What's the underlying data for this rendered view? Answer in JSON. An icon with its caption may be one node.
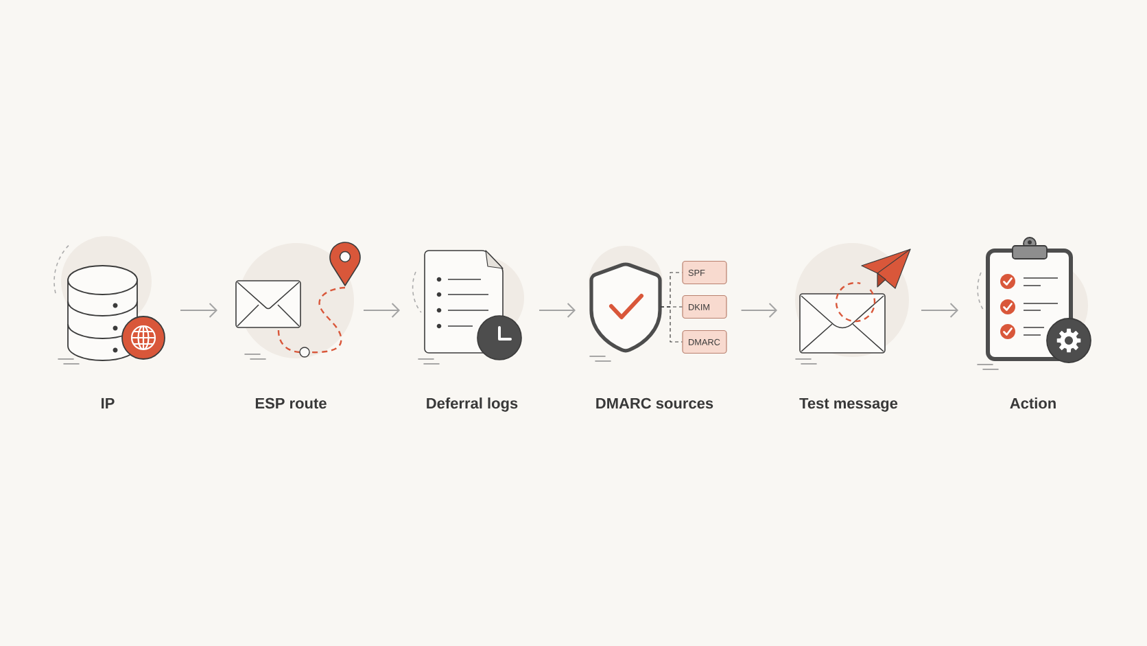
{
  "diagram": {
    "nodes": [
      {
        "text": [
          "IP"
        ]
      },
      {
        "text": [
          "ESP route"
        ]
      },
      {
        "text": [
          "Deferral logs"
        ]
      },
      {
        "text": [
          "DMARC sources"
        ]
      },
      {
        "text": [
          "SPF"
        ]
      },
      {
        "text": [
          "DKIM"
        ]
      },
      {
        "text": [
          "DMARC"
        ]
      },
      {
        "text": [
          "Test message"
        ]
      },
      {
        "text": [
          "Action"
        ]
      }
    ],
    "edges": [
      {
        "from": 0,
        "to": 1,
        "arrow": "to"
      },
      {
        "from": 1,
        "to": 2,
        "arrow": "to"
      },
      {
        "from": 2,
        "to": 3,
        "arrow": "to"
      },
      {
        "from": 3,
        "to": 4,
        "arrow": "none",
        "style": "dashed",
        "color": "#3b3b3b"
      },
      {
        "from": 3,
        "to": 5,
        "arrow": "none",
        "style": "dashed",
        "color": "#3b3b3b"
      },
      {
        "from": 3,
        "to": 6,
        "arrow": "none",
        "style": "dashed",
        "color": "#3b3b3b"
      },
      {
        "from": 5,
        "to": 7,
        "arrow": "to"
      },
      {
        "from": 7,
        "to": 8,
        "arrow": "to"
      }
    ]
  }
}
